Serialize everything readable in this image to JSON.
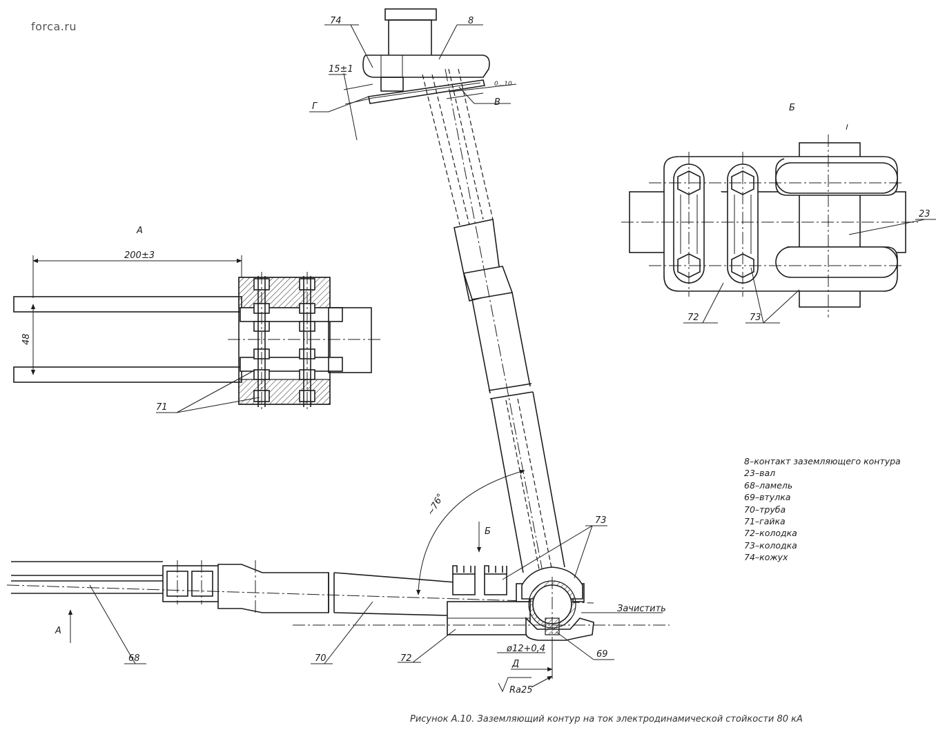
{
  "watermark": "forca.ru",
  "views": {
    "view_a": "А",
    "view_b": "Б"
  },
  "labels": {
    "p74": "74",
    "p8": "8",
    "p23": "23",
    "p72_top": "72",
    "p73_top": "73",
    "p71": "71",
    "p73_bottom": "73",
    "p68": "68",
    "p70": "70",
    "p72_bottom": "72",
    "p69": "69",
    "g": "Г",
    "v": "В",
    "d": "Д",
    "b_arrow": "Б",
    "a_arrow": "А"
  },
  "dimensions": {
    "top_gap": "15±1",
    "clearance": "0...10",
    "length": "200±3",
    "spacing": "48",
    "angle": "~76°",
    "hole": "ø12+0,4",
    "roughness": "Ra25"
  },
  "notes": {
    "clean": "Зачистить"
  },
  "legend": [
    "8–контакт заземляющего контура",
    "23–вал",
    "68–ламель",
    "69–втулка",
    "70–труба",
    "71–гайка",
    "72–колодка",
    "73–колодка",
    "74–кожух"
  ],
  "caption": "Рисунок А.10. Заземляющий контур на ток электродинамической стойкости 80 кА"
}
